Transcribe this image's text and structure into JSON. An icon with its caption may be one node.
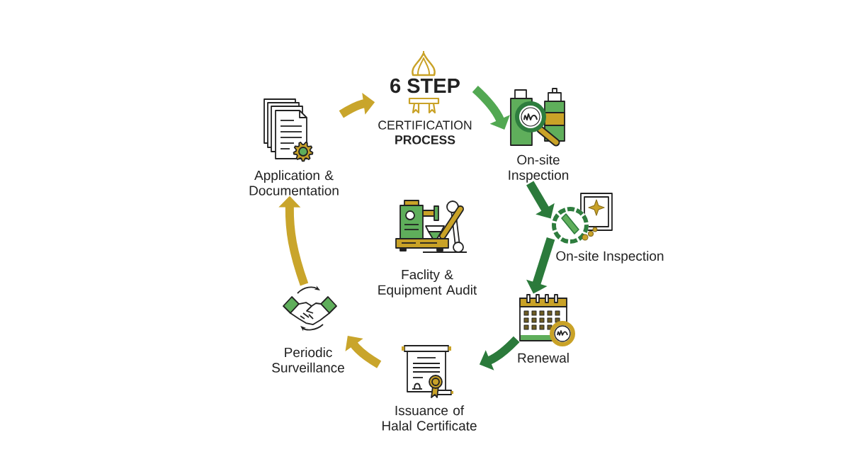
{
  "diagram": {
    "nodes": [
      {
        "text": [
          "6 STEP",
          "CERTIFICATION **PROCESS**"
        ]
      },
      {
        "text": [
          "Application & Documentation"
        ]
      },
      {
        "text": [
          "On-site Inspection"
        ]
      },
      {
        "text": [
          "Faclity & Equipment Audit"
        ]
      },
      {
        "text": [
          "On-site Inspection"
        ]
      },
      {
        "text": [
          "Periodic Surveillance"
        ]
      },
      {
        "text": [
          "Renewal"
        ]
      },
      {
        "text": [
          "Issuance of Halal Certificate"
        ]
      }
    ],
    "edges": [
      {
        "from": 1,
        "to": 0,
        "arrow": "to",
        "color": "#c9a52b"
      },
      {
        "from": 0,
        "to": 2,
        "arrow": "to",
        "color": "#52a852"
      },
      {
        "from": 2,
        "to": 4,
        "arrow": "to",
        "color": "#2b7a3b"
      },
      {
        "from": 4,
        "to": 6,
        "arrow": "to",
        "color": "#2b7a3b"
      },
      {
        "from": 6,
        "to": 7,
        "arrow": "to",
        "color": "#2b7a3b"
      },
      {
        "from": 7,
        "to": 5,
        "arrow": "to",
        "color": "#c9a52b"
      },
      {
        "from": 5,
        "to": 1,
        "arrow": "to",
        "color": "#c9a52b"
      }
    ]
  }
}
